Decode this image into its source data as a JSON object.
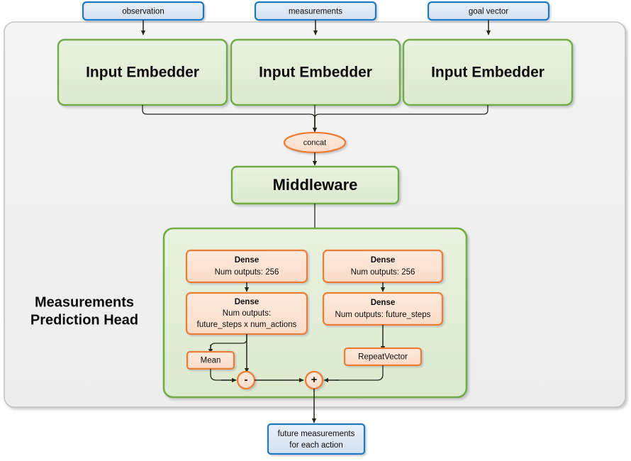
{
  "diagram": {
    "title": "Measurements Prediction Head network architecture",
    "colors": {
      "outer_container_fill": "#f0f0f0",
      "outer_container_border": "#bfbfbf",
      "io_box_fill": "#dce6f1",
      "io_box_border": "#1f7ac4",
      "green_fill": "#e2efda",
      "green_border": "#70ad47",
      "orange_fill": "#fce4d6",
      "orange_border": "#ed7d31",
      "edge_color": "#23281f",
      "text_color": "#0d0d0d"
    },
    "inputs": [
      {
        "label": "observation"
      },
      {
        "label": "measurements"
      },
      {
        "label": "goal vector"
      }
    ],
    "embedders": [
      {
        "label": "Input Embedder"
      },
      {
        "label": "Input Embedder"
      },
      {
        "label": "Input Embedder"
      }
    ],
    "concat": {
      "label": "concat"
    },
    "middleware": {
      "label": "Middleware"
    },
    "head": {
      "label_line1": "Measurements",
      "label_line2": "Prediction Head",
      "left_branch": {
        "dense1": {
          "title": "Dense",
          "sub1": "Num outputs: 256"
        },
        "dense2": {
          "title": "Dense",
          "sub1": "Num outputs:",
          "sub2": "future_steps x num_actions"
        },
        "mean": {
          "label": "Mean"
        },
        "op": {
          "label": "-"
        }
      },
      "right_branch": {
        "dense1": {
          "title": "Dense",
          "sub1": "Num outputs: 256"
        },
        "dense2": {
          "title": "Dense",
          "sub1": "Num outputs: future_steps"
        },
        "repeat": {
          "label": "RepeatVector"
        },
        "op": {
          "label": "+"
        }
      }
    },
    "output": {
      "line1": "future measurements",
      "line2": "for each action"
    }
  }
}
